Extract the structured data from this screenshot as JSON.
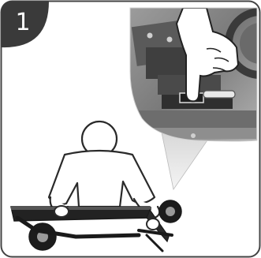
{
  "step": {
    "number": "1",
    "badge_color": "#3a3a3a"
  },
  "illustration": {
    "subject": "person-folding-scooter",
    "detail": "finger-pressing-folding-latch",
    "line_color": "#2a2a2a",
    "photo_tone": "#8a8a8a"
  }
}
